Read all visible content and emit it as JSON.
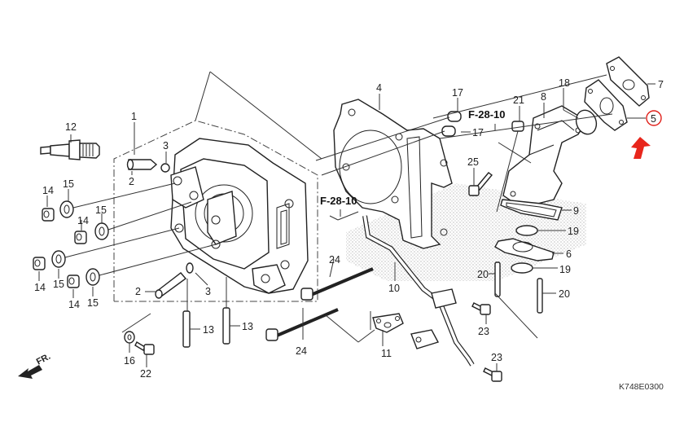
{
  "diagram": {
    "title": "Cylinder Head",
    "drawing_code": "K748E0300",
    "front_indicator": "FR.",
    "highlight": {
      "part": "5",
      "color": "#e8261c"
    },
    "references": [
      {
        "id": "ref-a",
        "label": "F-28-10"
      },
      {
        "id": "ref-b",
        "label": "F-28-10"
      }
    ],
    "callouts": [
      {
        "id": "c1",
        "label": "1"
      },
      {
        "id": "c2a",
        "label": "2"
      },
      {
        "id": "c2b",
        "label": "2"
      },
      {
        "id": "c3a",
        "label": "3"
      },
      {
        "id": "c3b",
        "label": "3"
      },
      {
        "id": "c4",
        "label": "4"
      },
      {
        "id": "c5",
        "label": "5"
      },
      {
        "id": "c6",
        "label": "6"
      },
      {
        "id": "c7",
        "label": "7"
      },
      {
        "id": "c8",
        "label": "8"
      },
      {
        "id": "c9",
        "label": "9"
      },
      {
        "id": "c10",
        "label": "10"
      },
      {
        "id": "c11",
        "label": "11"
      },
      {
        "id": "c12",
        "label": "12"
      },
      {
        "id": "c13a",
        "label": "13"
      },
      {
        "id": "c13b",
        "label": "13"
      },
      {
        "id": "c14a",
        "label": "14"
      },
      {
        "id": "c14b",
        "label": "14"
      },
      {
        "id": "c14c",
        "label": "14"
      },
      {
        "id": "c14d",
        "label": "14"
      },
      {
        "id": "c15a",
        "label": "15"
      },
      {
        "id": "c15b",
        "label": "15"
      },
      {
        "id": "c15c",
        "label": "15"
      },
      {
        "id": "c15d",
        "label": "15"
      },
      {
        "id": "c16",
        "label": "16"
      },
      {
        "id": "c17a",
        "label": "17"
      },
      {
        "id": "c17b",
        "label": "17"
      },
      {
        "id": "c18",
        "label": "18"
      },
      {
        "id": "c19a",
        "label": "19"
      },
      {
        "id": "c19b",
        "label": "19"
      },
      {
        "id": "c20a",
        "label": "20"
      },
      {
        "id": "c20b",
        "label": "20"
      },
      {
        "id": "c21",
        "label": "21"
      },
      {
        "id": "c22",
        "label": "22"
      },
      {
        "id": "c23a",
        "label": "23"
      },
      {
        "id": "c23b",
        "label": "23"
      },
      {
        "id": "c24a",
        "label": "24"
      },
      {
        "id": "c24b",
        "label": "24"
      },
      {
        "id": "c25",
        "label": "25"
      }
    ]
  }
}
